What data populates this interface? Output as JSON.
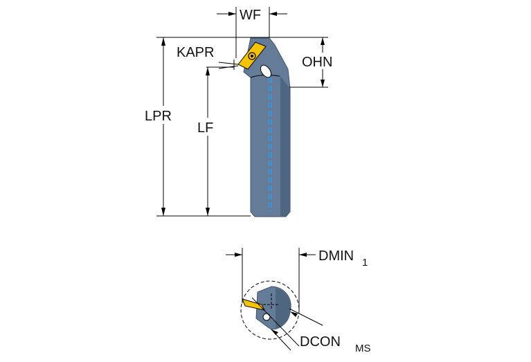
{
  "labels": {
    "wf": "WF",
    "kapr": "KAPR",
    "ohn": "OHN",
    "lpr": "LPR",
    "lf": "LF",
    "dmin": "DMIN",
    "dmin_sub": "1",
    "dcon": "DCON",
    "dcon_sub": "MS"
  },
  "colors": {
    "tool_body": "#647c97",
    "tool_body_dark": "#4f6680",
    "insert": "#f5c400",
    "coolant": "#3fa9f5",
    "line": "#000000"
  },
  "icons": {
    "insert": "rhombic-insert-icon",
    "screw": "insert-screw-icon"
  }
}
